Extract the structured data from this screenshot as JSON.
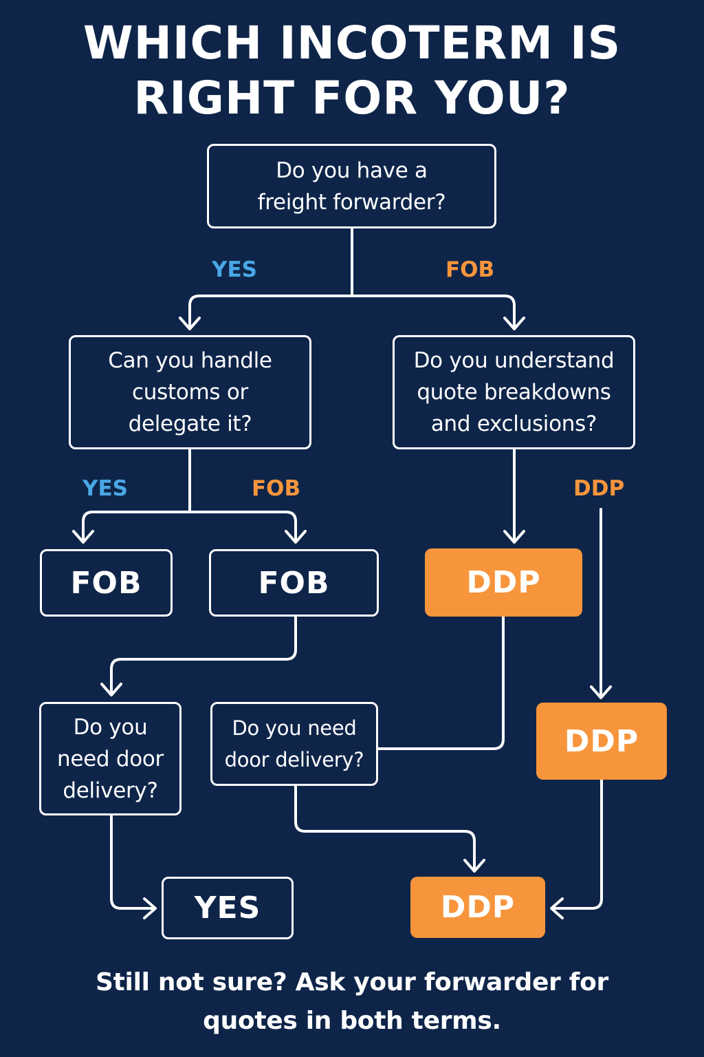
{
  "title": {
    "line1": "WHICH INCOTERM IS",
    "line2": "RIGHT FOR YOU?"
  },
  "nodes": {
    "q_forwarder": [
      "Do you have a",
      "freight forwarder?"
    ],
    "q_customs": [
      "Can you handle",
      "customs or",
      "delegate it?"
    ],
    "q_quote": [
      "Do you understand",
      "quote breakdowns",
      "and exclusions?"
    ],
    "fob_left": "FOB",
    "fob_mid": "FOB",
    "ddp_mid": "DDP",
    "q_door_left": [
      "Do you",
      "need door",
      "delivery?"
    ],
    "q_door_mid": [
      "Do you need",
      "door delivery?"
    ],
    "ddp_right": "DDP",
    "yes_result": "YES",
    "ddp_bottom": "DDP"
  },
  "edge_labels": {
    "top_left": "YES",
    "top_right": "FOB",
    "mid_left": "YES",
    "mid_right": "FOB",
    "right_branch": "DDP"
  },
  "colors": {
    "background": "#0e2549",
    "yes": "#4aa8e6",
    "accent": "#f7953c",
    "line": "#ffffff"
  },
  "footer": {
    "line1": "Still not sure? Ask your forwarder for",
    "line2": "quotes in both terms."
  }
}
